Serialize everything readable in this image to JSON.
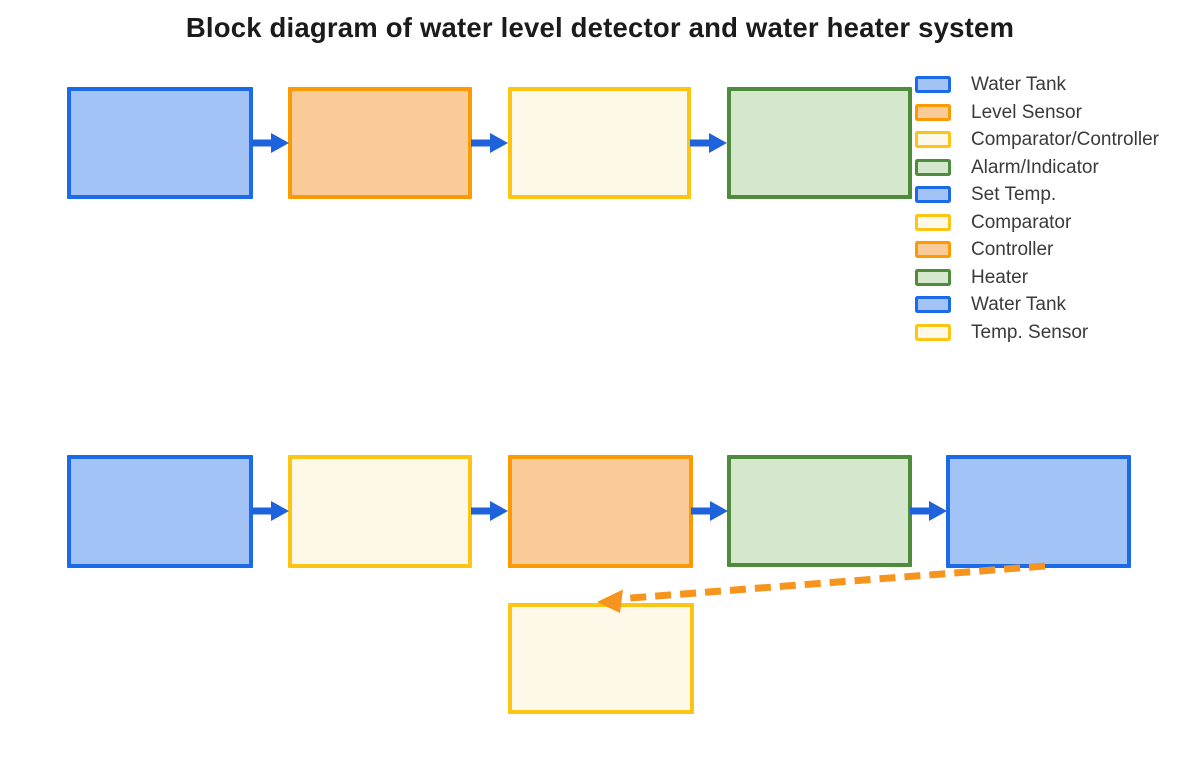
{
  "title": {
    "text": "Block diagram of water level detector and water heater system"
  },
  "palette": {
    "title-color": "#1b1b1b",
    "legend-text": "#3a3a3a",
    "blue-border": "#1b6be8",
    "blue-fill": "#a3c3f6",
    "orange-border": "#fb9a03",
    "orange-fill": "#f9cb98",
    "yellow-border": "#fcc413",
    "cream-fill": "#fdf8e7",
    "green-border": "#4e8b3b",
    "green-fill": "#d5e8cd",
    "arrow-blue": "#1e63db",
    "feedback-orange": "#f7941e"
  },
  "diagram": {
    "top_flow": {
      "blocks": [
        {
          "name": "water-tank",
          "color_role": "blue"
        },
        {
          "name": "level-sensor",
          "color_role": "orange"
        },
        {
          "name": "comparator-controller",
          "color_role": "cream"
        },
        {
          "name": "alarm-indicator",
          "color_role": "green"
        }
      ],
      "arrows": [
        {
          "from": "water-tank",
          "to": "level-sensor",
          "style": "solid-blue"
        },
        {
          "from": "level-sensor",
          "to": "comparator-controller",
          "style": "solid-blue"
        },
        {
          "from": "comparator-controller",
          "to": "alarm-indicator",
          "style": "solid-blue"
        }
      ]
    },
    "bottom_flow": {
      "blocks": [
        {
          "name": "set-temp",
          "color_role": "blue"
        },
        {
          "name": "comparator",
          "color_role": "cream"
        },
        {
          "name": "controller",
          "color_role": "orange"
        },
        {
          "name": "heater",
          "color_role": "green"
        },
        {
          "name": "water-tank-2",
          "color_role": "blue"
        }
      ],
      "arrows": [
        {
          "from": "set-temp",
          "to": "comparator",
          "style": "solid-blue"
        },
        {
          "from": "comparator",
          "to": "controller",
          "style": "solid-blue"
        },
        {
          "from": "controller",
          "to": "heater",
          "style": "solid-blue"
        },
        {
          "from": "heater",
          "to": "water-tank-2",
          "style": "solid-blue"
        }
      ],
      "feedback_block": {
        "name": "temp-sensor",
        "color_role": "cream"
      },
      "feedback_arrow": {
        "from": "water-tank-2",
        "to": "temp-sensor",
        "style": "dashed-orange"
      }
    }
  },
  "legend": {
    "items": [
      {
        "label": "Water Tank",
        "color_role": "blue"
      },
      {
        "label": "Level Sensor",
        "color_role": "orange"
      },
      {
        "label": "Comparator/Controller",
        "color_role": "cream"
      },
      {
        "label": "Alarm/Indicator",
        "color_role": "green"
      },
      {
        "label": "Set Temp.",
        "color_role": "blue"
      },
      {
        "label": "Comparator",
        "color_role": "cream"
      },
      {
        "label": "Controller",
        "color_role": "orange"
      },
      {
        "label": "Heater",
        "color_role": "green"
      },
      {
        "label": "Water Tank",
        "color_role": "blue"
      },
      {
        "label": "Temp. Sensor",
        "color_role": "cream"
      }
    ]
  }
}
